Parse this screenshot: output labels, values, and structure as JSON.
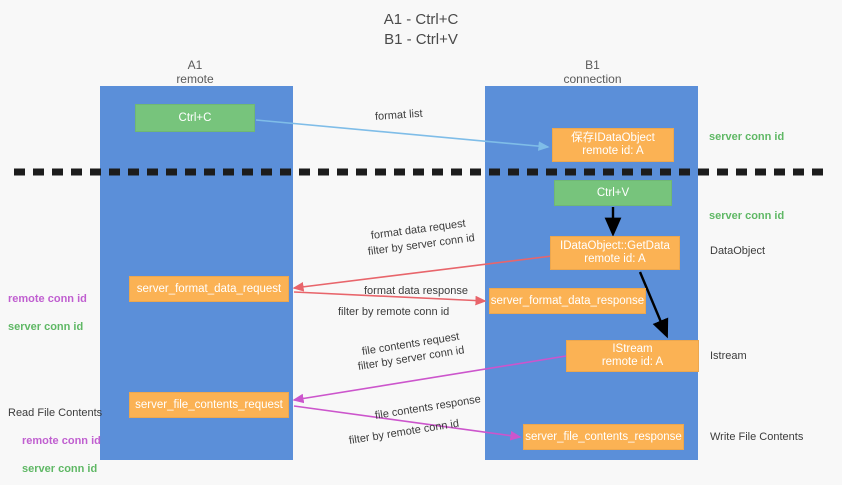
{
  "title": "A1 - Ctrl+C\nB1 - Ctrl+V",
  "columns": {
    "left": {
      "name": "A1",
      "role": "remote",
      "header": "A1\nremote",
      "color": "#5b8fd9"
    },
    "right": {
      "name": "B1",
      "role": "connection",
      "header": "B1\nconnection",
      "color": "#5b8fd9"
    }
  },
  "nodes": {
    "ctrl_c": {
      "label": "Ctrl+C",
      "color": "#77c47c"
    },
    "save_dataobject": {
      "label": "保存IDataObject\nremote id: A",
      "color": "#fbb254"
    },
    "ctrl_v": {
      "label": "Ctrl+V",
      "color": "#77c47c"
    },
    "getdata": {
      "label": "IDataObject::GetData\nremote id: A",
      "color": "#fbb254"
    },
    "format_data_request": {
      "label": "server_format_data_request",
      "color": "#fbb254"
    },
    "format_data_response": {
      "label": "server_format_data_response",
      "color": "#fbb254"
    },
    "istream": {
      "label": "IStream\nremote id: A",
      "color": "#fbb254"
    },
    "file_contents_request": {
      "label": "server_file_contents_request",
      "color": "#fbb254"
    },
    "file_contents_response": {
      "label": "server_file_contents_response",
      "color": "#fbb254"
    }
  },
  "edge_labels": {
    "format_list": "format list",
    "format_data_request": "format data request",
    "format_data_request_filter_prefix": "filter by ",
    "format_data_request_filter_value": "server conn id",
    "format_data_response": "format data response",
    "format_data_response_filter_prefix": "filter by ",
    "format_data_response_filter_value": "remote conn id",
    "file_contents_request": "file contents request",
    "file_contents_request_filter_prefix": "filter by ",
    "file_contents_request_filter_value": "server conn id",
    "file_contents_response": "file contents response",
    "file_contents_response_filter_prefix": "filter by ",
    "file_contents_response_filter_value": "remote conn id"
  },
  "side_labels": {
    "left_conn_ids": {
      "remote": "remote conn id",
      "server": "server conn id"
    },
    "read_file_contents": "Read File Contents",
    "left_conn_ids_2": {
      "remote": "remote conn id",
      "server": "server conn id"
    }
  },
  "right_labels": {
    "server_conn_id_top": "server conn id",
    "server_conn_id_mid": "server conn id",
    "dataobject": "DataObject",
    "istream": "Istream",
    "write_file_contents": "Write File Contents"
  },
  "colors": {
    "column_blue": "#5b8fd9",
    "green_node": "#77c47c",
    "orange_node": "#fbb254",
    "green_text": "#5fb865",
    "purple_text": "#c05fd0",
    "red_arrow": "#e8656b",
    "magenta_arrow": "#cc55cc",
    "light_blue_arrow": "#7fbde8",
    "black_arrow": "#000000",
    "background": "#f8f8f8"
  }
}
